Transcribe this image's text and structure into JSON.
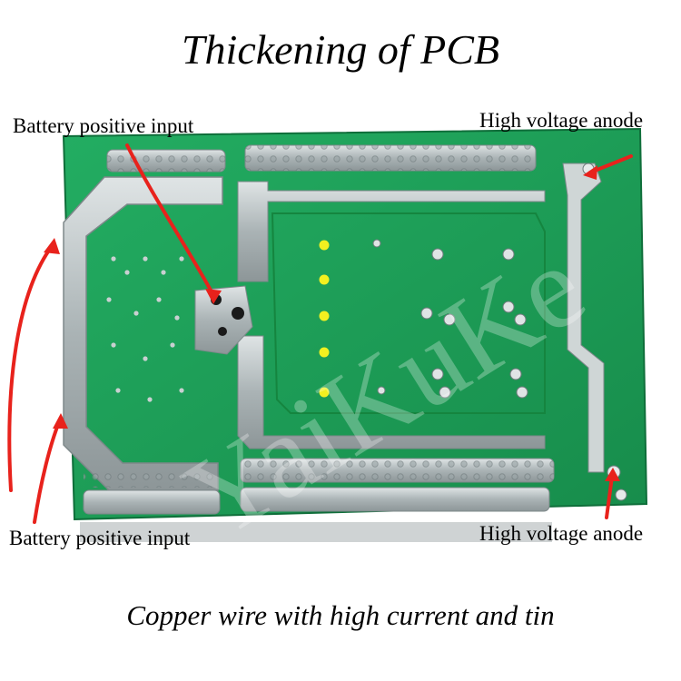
{
  "title": "Thickening of PCB",
  "caption": "Copper wire with high current and tin",
  "labels": {
    "battery_positive_top": "Battery positive input",
    "battery_positive_bottom": "Battery positive input",
    "high_voltage_top": "High voltage anode",
    "high_voltage_bottom": "High voltage anode"
  },
  "watermark": "YaiKuKe",
  "colors": {
    "board": "#1fa35a",
    "trace": "#b9c2c4",
    "arrow": "#e8221c",
    "led": "#f2f020"
  }
}
